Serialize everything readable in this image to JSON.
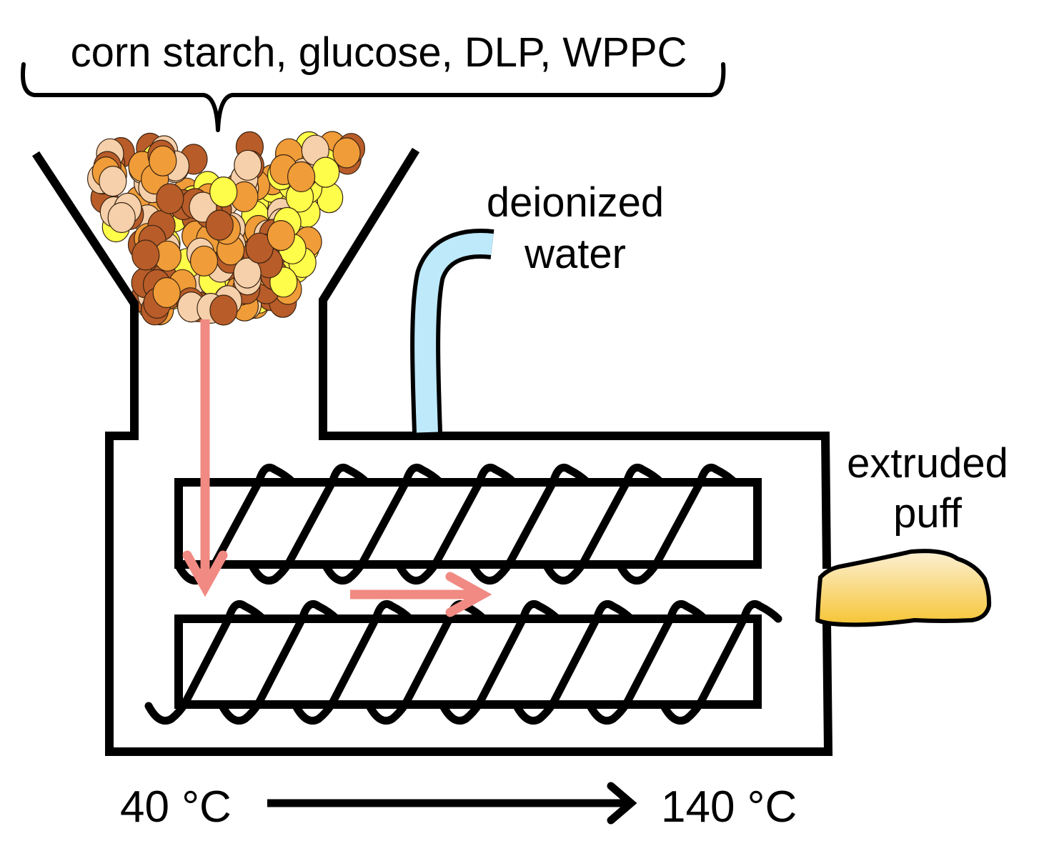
{
  "figure": {
    "type": "extrusion-process-schematic",
    "description": "Twin-screw extruder: feed hopper, water injection, heating zone, extruded puff output"
  },
  "ingredients": {
    "label": "corn starch, glucose, DLP, WPPC",
    "items": [
      "corn starch",
      "glucose",
      "DLP",
      "WPPC"
    ],
    "particle_colors": [
      "#B85C29",
      "#F09C38",
      "#F5D0AA",
      "#FDFD4A"
    ]
  },
  "water": {
    "label_line1": "deionized",
    "label_line2": "water",
    "color": "#BDE9FA"
  },
  "product": {
    "label_line1": "extruded",
    "label_line2": "puff",
    "color_top": "#FCF0D4",
    "color_bottom": "#F6C535"
  },
  "temperature": {
    "start": "40 °C",
    "end": "140 °C"
  },
  "flow": {
    "color": "#F08A82",
    "steps": [
      "feed-down",
      "convey-right"
    ]
  },
  "screws": {
    "count": 2,
    "flights_per_screw": 8
  }
}
